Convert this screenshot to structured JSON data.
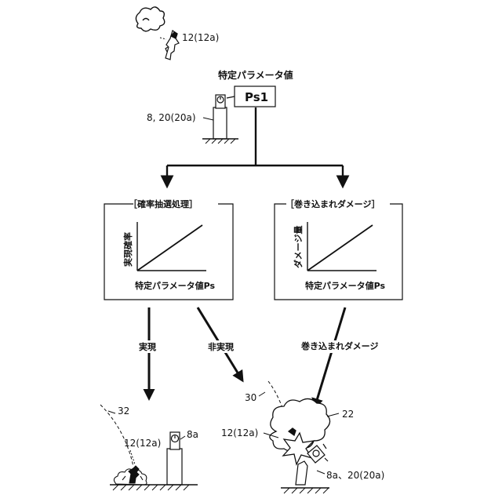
{
  "top_ref": "12(12a)",
  "param_title": "特定パラメータ値",
  "param_box": "Ps1",
  "device_ref": "8, 20(20a)",
  "left_box": {
    "title": "［確率抽選処理］",
    "ylabel": "実現確率",
    "xlabel": "特定パラメータ値Ps"
  },
  "right_box": {
    "title": "［巻き込まれダメージ］",
    "ylabel": "ダメージ量",
    "xlabel": "特定パラメータ値Ps"
  },
  "arrows": {
    "realized": "実現",
    "not_realized": "非実現",
    "damage": "巻き込まれダメージ"
  },
  "bottom_left": {
    "traj_ref": "32",
    "missile_ref": "12(12a)",
    "device_ref": "8a"
  },
  "bottom_right": {
    "traj_ref": "30",
    "smoke_ref": "22",
    "missile_ref": "12(12a)",
    "device_ref": "8a、20(20a)"
  }
}
